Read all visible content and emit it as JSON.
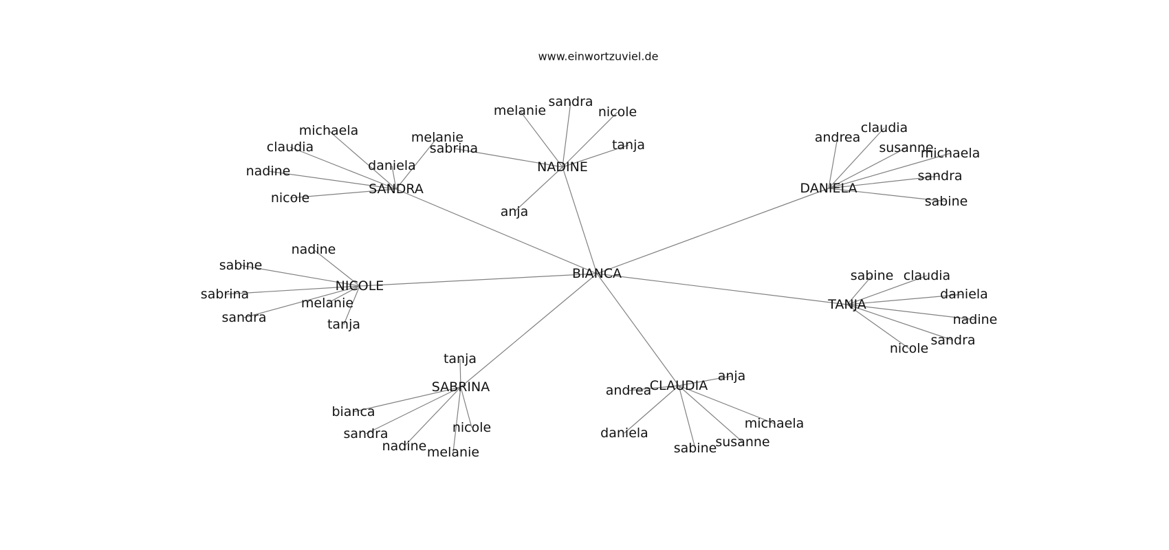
{
  "header": {
    "site": "www.einwortzuviel.de"
  },
  "graph": {
    "center": "BIANCA",
    "groups": [
      {
        "hub": "NADINE",
        "leaves": [
          "melanie",
          "sandra",
          "nicole",
          "tanja",
          "sabrina",
          "anja"
        ]
      },
      {
        "hub": "SANDRA",
        "leaves": [
          "michaela",
          "claudia",
          "melanie",
          "daniela",
          "nadine",
          "nicole"
        ]
      },
      {
        "hub": "DANIELA",
        "leaves": [
          "andrea",
          "claudia",
          "susanne",
          "michaela",
          "sandra",
          "sabine"
        ]
      },
      {
        "hub": "NICOLE",
        "leaves": [
          "nadine",
          "sabine",
          "sabrina",
          "melanie",
          "sandra",
          "tanja"
        ]
      },
      {
        "hub": "TANJA",
        "leaves": [
          "sabine",
          "claudia",
          "daniela",
          "nadine",
          "sandra",
          "nicole"
        ]
      },
      {
        "hub": "SABRINA",
        "leaves": [
          "tanja",
          "bianca",
          "sandra",
          "nadine",
          "melanie",
          "nicole"
        ]
      },
      {
        "hub": "CLAUDIA",
        "leaves": [
          "anja",
          "andrea",
          "daniela",
          "sabine",
          "susanne",
          "michaela"
        ]
      }
    ]
  }
}
